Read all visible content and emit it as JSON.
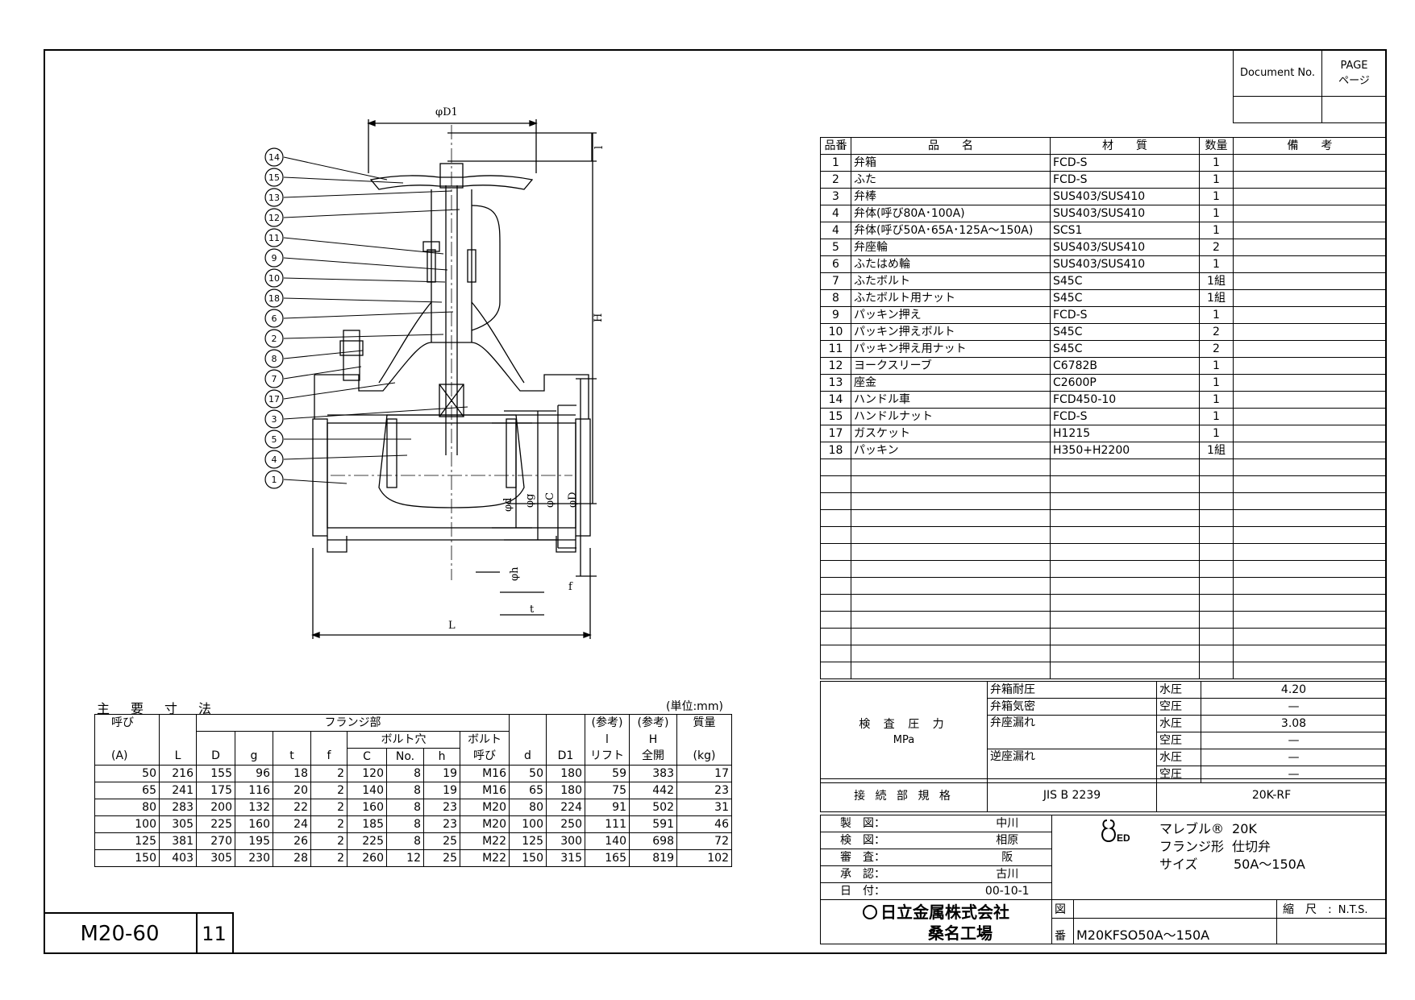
{
  "doc_block": {
    "document_no": "Document No.",
    "page_en": "PAGE",
    "page_jp": "ページ"
  },
  "parts_header": {
    "no": "品番",
    "name": "品　　名",
    "material": "材　　質",
    "qty": "数量",
    "remarks": "備　　考"
  },
  "parts": [
    {
      "no": "1",
      "name": "弁箱",
      "material": "FCD-S",
      "qty": "1"
    },
    {
      "no": "2",
      "name": "ふた",
      "material": "FCD-S",
      "qty": "1"
    },
    {
      "no": "3",
      "name": "弁棒",
      "material": "SUS403/SUS410",
      "qty": "1"
    },
    {
      "no": "4",
      "name": "弁体(呼び80A･100A)",
      "material": "SUS403/SUS410",
      "qty": "1"
    },
    {
      "no": "4",
      "name": "弁体(呼び50A･65A･125A～150A)",
      "material": "SCS1",
      "qty": "1"
    },
    {
      "no": "5",
      "name": "弁座輪",
      "material": "SUS403/SUS410",
      "qty": "2"
    },
    {
      "no": "6",
      "name": "ふたはめ輪",
      "material": "SUS403/SUS410",
      "qty": "1"
    },
    {
      "no": "7",
      "name": "ふたボルト",
      "material": "S45C",
      "qty": "1組"
    },
    {
      "no": "8",
      "name": "ふたボルト用ナット",
      "material": "S45C",
      "qty": "1組"
    },
    {
      "no": "9",
      "name": "パッキン押え",
      "material": "FCD-S",
      "qty": "1"
    },
    {
      "no": "10",
      "name": "パッキン押えボルト",
      "material": "S45C",
      "qty": "2"
    },
    {
      "no": "11",
      "name": "パッキン押え用ナット",
      "material": "S45C",
      "qty": "2"
    },
    {
      "no": "12",
      "name": "ヨークスリーブ",
      "material": "C6782B",
      "qty": "1"
    },
    {
      "no": "13",
      "name": "座金",
      "material": "C2600P",
      "qty": "1"
    },
    {
      "no": "14",
      "name": "ハンドル車",
      "material": "FCD450-10",
      "qty": "1"
    },
    {
      "no": "15",
      "name": "ハンドルナット",
      "material": "FCD-S",
      "qty": "1"
    },
    {
      "no": "17",
      "name": "ガスケット",
      "material": "H1215",
      "qty": "1"
    },
    {
      "no": "18",
      "name": "パッキン",
      "material": "H350+H2200",
      "qty": "1組"
    }
  ],
  "inspection": {
    "title": "検 査 圧 力",
    "unit": "MPa",
    "rows": [
      {
        "item": "弁箱耐圧",
        "medium": "水圧",
        "value": "4.20"
      },
      {
        "item": "弁箱気密",
        "medium": "空圧",
        "value": "—"
      },
      {
        "item": "弁座漏れ",
        "medium": "水圧",
        "value": "3.08"
      },
      {
        "item": "",
        "medium": "空圧",
        "value": "—"
      },
      {
        "item": "逆座漏れ",
        "medium": "水圧",
        "value": "—"
      },
      {
        "item": "",
        "medium": "空圧",
        "value": "—"
      }
    ]
  },
  "connection": {
    "label": "接 続 部 規 格",
    "standard": "JIS B 2239",
    "rating": "20K-RF"
  },
  "signoff": [
    {
      "role": "製　図：",
      "name": "中川"
    },
    {
      "role": "検　図：",
      "name": "相原"
    },
    {
      "role": "審　査：",
      "name": "阪"
    },
    {
      "role": "承　認：",
      "name": "古川"
    },
    {
      "role": "日　付：",
      "name": "00-10-1"
    }
  ],
  "product": {
    "logo": "ED",
    "line1_label": "マレブル®",
    "line1_value": "20K",
    "line2_label": "フランジ形",
    "line2_value": "仕切弁",
    "line3_label": "サイズ",
    "line3_value": "50A～150A"
  },
  "company": {
    "name": "日立金属株式会社",
    "plant": "桑名工場"
  },
  "drawing": {
    "zu": "図",
    "ban": "番",
    "number": "M20KFSO50A～150A",
    "scale_label": "縮　尺",
    "scale_value": "N.T.S."
  },
  "model_code": "M20-60",
  "sheet_no": "11",
  "dims": {
    "title": "主要寸法",
    "unit": "(単位:mm)",
    "h": {
      "yobi": "呼び",
      "A": "(A)",
      "L": "L",
      "flange": "フランジ部",
      "D": "D",
      "g": "g",
      "t": "t",
      "f": "f",
      "bolthole": "ボルト穴",
      "C": "C",
      "No": "No.",
      "h": "h",
      "bolt": "ボルト",
      "bolt2": "呼び",
      "d": "d",
      "D1": "D1",
      "ref1": "(参考)",
      "l": "l",
      "lift": "リフト",
      "ref2": "(参考)",
      "H": "H",
      "full": "全開",
      "mass": "質量",
      "kg": "(kg)"
    },
    "rows": [
      [
        "50",
        "216",
        "155",
        "96",
        "18",
        "2",
        "120",
        "8",
        "19",
        "M16",
        "50",
        "180",
        "59",
        "383",
        "17"
      ],
      [
        "65",
        "241",
        "175",
        "116",
        "20",
        "2",
        "140",
        "8",
        "19",
        "M16",
        "65",
        "180",
        "75",
        "442",
        "23"
      ],
      [
        "80",
        "283",
        "200",
        "132",
        "22",
        "2",
        "160",
        "8",
        "23",
        "M20",
        "80",
        "224",
        "91",
        "502",
        "31"
      ],
      [
        "100",
        "305",
        "225",
        "160",
        "24",
        "2",
        "185",
        "8",
        "23",
        "M20",
        "100",
        "250",
        "111",
        "591",
        "46"
      ],
      [
        "125",
        "381",
        "270",
        "195",
        "26",
        "2",
        "225",
        "8",
        "25",
        "M22",
        "125",
        "300",
        "140",
        "698",
        "72"
      ],
      [
        "150",
        "403",
        "305",
        "230",
        "28",
        "2",
        "260",
        "12",
        "25",
        "M22",
        "150",
        "315",
        "165",
        "819",
        "102"
      ]
    ]
  },
  "callouts": [
    "14",
    "15",
    "13",
    "12",
    "11",
    "9",
    "10",
    "18",
    "6",
    "2",
    "8",
    "7",
    "17",
    "3",
    "5",
    "4",
    "1"
  ],
  "dim_labels": {
    "D1": "φD1",
    "l": "l",
    "H": "H",
    "d": "φd",
    "g": "φg",
    "C": "φC",
    "D": "φD",
    "h": "φh",
    "f": "f",
    "t": "t",
    "L": "L"
  }
}
